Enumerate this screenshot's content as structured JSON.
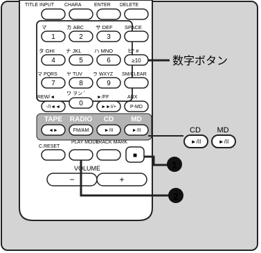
{
  "remote": {
    "top_row": [
      "TITLE INPUT",
      "CHARA",
      "ENTER",
      "DELETE"
    ],
    "row_labels_1": [
      "マ",
      "カ ABC",
      "サ DEF",
      "SPACE"
    ],
    "key_1": "1",
    "key_2": "2",
    "key_3": "3",
    "row_labels_2": [
      "タ GHI",
      "ナ JKL",
      "ハ MNO",
      "ヒ\" #"
    ],
    "key_4": "4",
    "key_5": "5",
    "key_6": "6",
    "key_ge10": "≥10",
    "row_labels_3": [
      "マ PQRS",
      "ヤ TUV",
      "ラ WXYZ",
      "SM/CLEAR"
    ],
    "key_7": "7",
    "key_8": "8",
    "key_9": "9",
    "row_labels_4": [
      "REW/◄",
      "ワ ヲン ゜",
      "►/FF",
      "AUX"
    ],
    "rew_key": "-/I◄◄",
    "key_0": "0",
    "ff_key": "►►I/+",
    "aux_key": "P-MD",
    "source_labels": [
      "TAPE",
      "RADIO",
      "CD",
      "MD"
    ],
    "tape_key": "◄►",
    "radio_key": "FM/AM",
    "cd_key": "►/II",
    "md_key": "►/II",
    "bottom_labels": [
      "C.RESET",
      "PLAY MODE",
      "TRACK MARK"
    ],
    "stop_key": "■",
    "volume_label": "VOLUME",
    "vol_minus": "−",
    "vol_plus": "+"
  },
  "callouts": {
    "number_buttons": "数字ボタン",
    "cd_label": "CD",
    "md_label": "MD",
    "cd_button": "►/II",
    "md_button": "►/II",
    "marker_1": "1",
    "marker_2": "2"
  }
}
